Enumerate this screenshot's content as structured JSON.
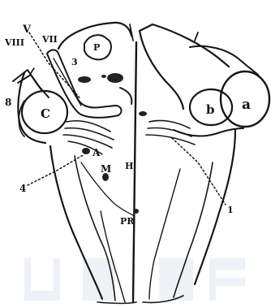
{
  "figure": {
    "labels": {
      "v": "V",
      "vii": "VII",
      "viii": "VIII",
      "p": "P",
      "three": "3",
      "c": "C",
      "eight": "8",
      "a_upper": "A",
      "m": "M",
      "h": "H",
      "pr": "PR",
      "four": "4",
      "b": "b",
      "a_lower": "a",
      "one": "1"
    },
    "colors": {
      "ink": "#161616",
      "watermark": "#eef1f6"
    },
    "watermark_icon": "university-logo-watermark"
  }
}
